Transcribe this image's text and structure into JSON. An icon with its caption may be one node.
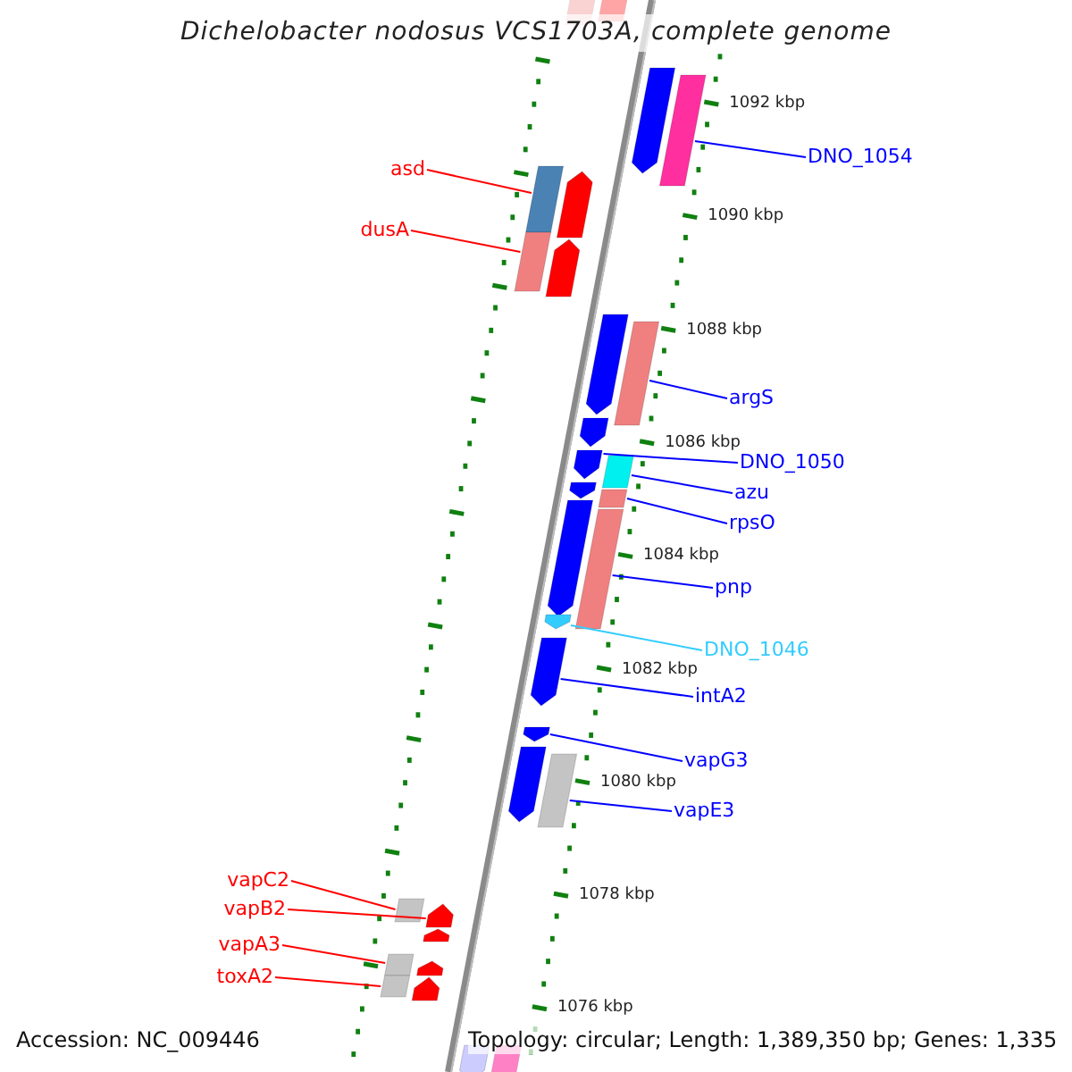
{
  "diagram": {
    "title": "Dichelobacter nodosus VCS1703A, complete genome",
    "nodes": [
      {
        "text": [
          "DNO_1054"
        ]
      },
      {
        "text": [
          "asd"
        ]
      },
      {
        "text": [
          "dusA"
        ]
      },
      {
        "text": [
          "argS"
        ]
      },
      {
        "text": [
          "DNO_1050"
        ]
      },
      {
        "text": [
          "azu"
        ]
      },
      {
        "text": [
          "rpsO"
        ]
      },
      {
        "text": [
          "pnp"
        ]
      },
      {
        "text": [
          "DNO_1046"
        ]
      },
      {
        "text": [
          "intA2"
        ]
      },
      {
        "text": [
          "vapG3"
        ]
      },
      {
        "text": [
          "vapE3"
        ]
      },
      {
        "text": [
          "vapC2"
        ]
      },
      {
        "text": [
          "vapB2"
        ]
      },
      {
        "text": [
          "vapA3"
        ]
      },
      {
        "text": [
          "toxA2"
        ]
      },
      {
        "text": [],
        "shape": "bar"
      },
      {
        "text": [],
        "shape": "bar"
      },
      {
        "text": [],
        "shape": "bar"
      },
      {
        "text": [],
        "shape": "bar"
      },
      {
        "text": [],
        "shape": "bar"
      },
      {
        "text": [],
        "shape": "bar"
      },
      {
        "text": [],
        "shape": "bar"
      },
      {
        "text": [],
        "shape": "bar"
      },
      {
        "text": [],
        "shape": "bar"
      },
      {
        "text": [],
        "shape": "bar"
      },
      {
        "text": [],
        "shape": "bar"
      },
      {
        "text": [],
        "shape": "bar"
      },
      {
        "text": [],
        "shape": "bar"
      },
      {
        "text": [],
        "shape": "bar"
      },
      {
        "text": [],
        "shape": "bar"
      },
      {
        "text": [],
        "shape": "bar"
      },
      {
        "text": [],
        "shape": "bar"
      },
      {
        "text": [],
        "shape": "bar"
      },
      {
        "text": [],
        "shape": "bar"
      },
      {
        "text": [],
        "shape": "bar"
      },
      {
        "text": [],
        "shape": "bar"
      },
      {
        "text": [],
        "shape": "bar"
      },
      {
        "text": [],
        "shape": "bar"
      },
      {
        "text": [],
        "shape": "bar"
      },
      {
        "text": [],
        "shape": "bar"
      },
      {
        "text": [],
        "shape": "bar"
      },
      {
        "text": [],
        "shape": "bar"
      },
      {
        "text": [],
        "shape": "bar"
      },
      {
        "text": [],
        "shape": "bar"
      },
      {
        "text": [],
        "shape": "bar"
      },
      {
        "text": [],
        "shape": "bar"
      }
    ],
    "edges": [
      {
        "from": 0,
        "to": 19,
        "arrow": "none"
      },
      {
        "from": 1,
        "to": 20,
        "arrow": "none",
        "color": "#ff0000"
      },
      {
        "from": 2,
        "to": 22,
        "arrow": "none",
        "color": "#ff0000"
      },
      {
        "from": 3,
        "to": 25,
        "arrow": "none"
      },
      {
        "from": 4,
        "to": 27,
        "arrow": "none"
      },
      {
        "from": 5,
        "to": 28,
        "arrow": "none"
      },
      {
        "from": 6,
        "to": 30,
        "arrow": "none"
      },
      {
        "from": 7,
        "to": 32,
        "arrow": "none"
      },
      {
        "from": 8,
        "to": 33,
        "arrow": "none",
        "color": "#33ccff"
      },
      {
        "from": 9,
        "to": 34,
        "arrow": "none"
      },
      {
        "from": 10,
        "to": 35,
        "arrow": "none"
      },
      {
        "from": 11,
        "to": 37,
        "arrow": "none"
      },
      {
        "from": 12,
        "to": 38,
        "arrow": "none",
        "color": "#ff0000"
      },
      {
        "from": 13,
        "to": 39,
        "arrow": "none",
        "color": "#ff0000"
      },
      {
        "from": 14,
        "to": 41,
        "arrow": "none",
        "color": "#ff0000"
      },
      {
        "from": 15,
        "to": 43,
        "arrow": "none",
        "color": "#ff0000"
      }
    ],
    "labels": [
      "1092 kbp",
      "1090 kbp",
      "1088 kbp",
      "1086 kbp",
      "1084 kbp",
      "1082 kbp",
      "1080 kbp",
      "1078 kbp",
      "1076 kbp",
      "Accession: NC_009446",
      "Topology: circular; Length: 1,389,350 bp; Genes: 1,335"
    ]
  }
}
